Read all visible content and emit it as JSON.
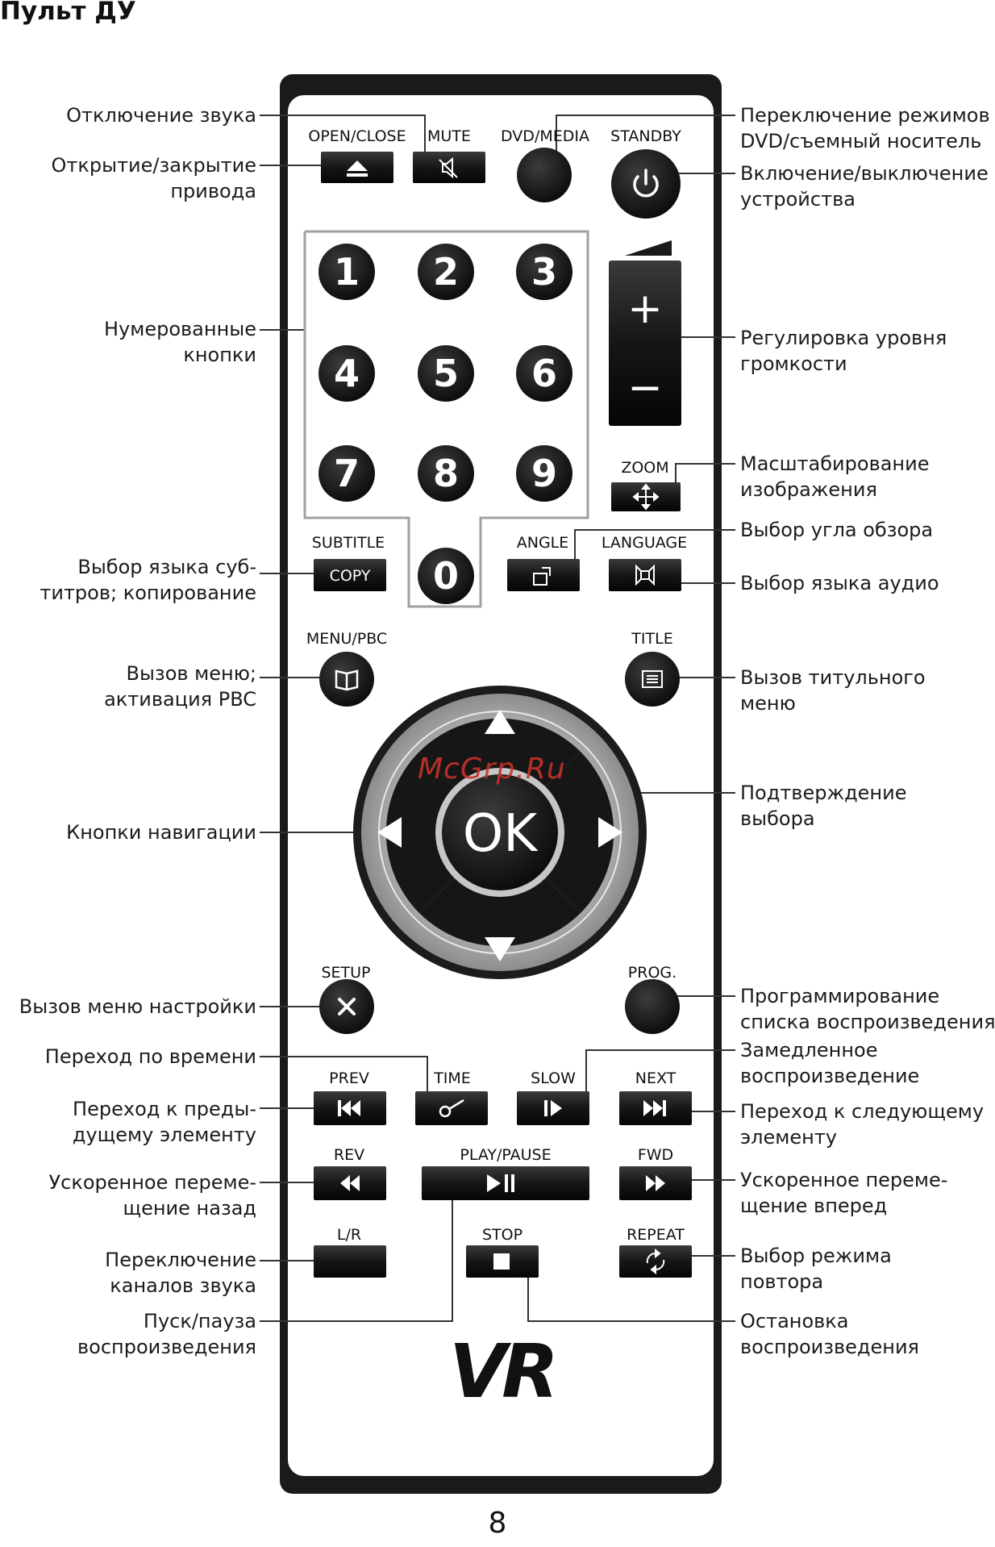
{
  "page": {
    "title": "Пульт ДУ",
    "page_number": "8",
    "watermark": "McGrp.Ru",
    "brand": "VR"
  },
  "remote": {
    "button_labels": {
      "open_close": "OPEN/CLOSE",
      "mute": "MUTE",
      "dvd_media": "DVD/MEDIA",
      "standby": "STANDBY",
      "zoom": "ZOOM",
      "subtitle": "SUBTITLE",
      "copy": "COPY",
      "angle": "ANGLE",
      "language": "LANGUAGE",
      "menu_pbc": "MENU/PBC",
      "title": "TITLE",
      "ok": "OK",
      "setup": "SETUP",
      "prog": "PROG.",
      "prev": "PREV",
      "time": "TIME",
      "slow": "SLOW",
      "next": "NEXT",
      "rev": "REV",
      "play_pause": "PLAY/PAUSE",
      "fwd": "FWD",
      "lr": "L/R",
      "stop": "STOP",
      "repeat": "REPEAT"
    },
    "digits": [
      "1",
      "2",
      "3",
      "4",
      "5",
      "6",
      "7",
      "8",
      "9",
      "0"
    ],
    "volume": {
      "plus": "+",
      "minus": "−"
    }
  },
  "callouts_left": [
    {
      "id": "mute",
      "lines": [
        "Отключение звука"
      ]
    },
    {
      "id": "open-close",
      "lines": [
        "Открытие/закрытие",
        "привода"
      ]
    },
    {
      "id": "numbered",
      "lines": [
        "Нумерованные",
        "кнопки"
      ]
    },
    {
      "id": "subtitle",
      "lines": [
        "Выбор языка суб-",
        "титров; копирование"
      ]
    },
    {
      "id": "menu",
      "lines": [
        "Вызов меню;",
        "активация PBC"
      ]
    },
    {
      "id": "navigation",
      "lines": [
        "Кнопки навигации"
      ]
    },
    {
      "id": "setup",
      "lines": [
        "Вызов меню настройки"
      ]
    },
    {
      "id": "time",
      "lines": [
        "Переход по времени"
      ]
    },
    {
      "id": "prev",
      "lines": [
        "Переход к преды-",
        "дущему элементу"
      ]
    },
    {
      "id": "rev",
      "lines": [
        "Ускоренное переме-",
        "щение назад"
      ]
    },
    {
      "id": "lr",
      "lines": [
        "Переключение",
        "каналов звука"
      ]
    },
    {
      "id": "play-pause",
      "lines": [
        "Пуск/пауза",
        "воспроизведения"
      ]
    }
  ],
  "callouts_right": [
    {
      "id": "dvd-media",
      "lines": [
        "Переключение режимов",
        "DVD/съемный носитель"
      ]
    },
    {
      "id": "standby",
      "lines": [
        "Включение/выключение",
        "устройства"
      ]
    },
    {
      "id": "volume",
      "lines": [
        "Регулировка уровня",
        "громкости"
      ]
    },
    {
      "id": "zoom",
      "lines": [
        "Масштабирование",
        "изображения"
      ]
    },
    {
      "id": "angle",
      "lines": [
        "Выбор угла обзора"
      ]
    },
    {
      "id": "language",
      "lines": [
        "Выбор языка аудио"
      ]
    },
    {
      "id": "title",
      "lines": [
        "Вызов титульного",
        "меню"
      ]
    },
    {
      "id": "ok",
      "lines": [
        "Подтверждение",
        "выбора"
      ]
    },
    {
      "id": "prog",
      "lines": [
        "Программирование",
        "списка воспроизведения"
      ]
    },
    {
      "id": "slow",
      "lines": [
        "Замедленное",
        "воспроизведение"
      ]
    },
    {
      "id": "next",
      "lines": [
        "Переход к следующему",
        "элементу"
      ]
    },
    {
      "id": "fwd",
      "lines": [
        "Ускоренное переме-",
        "щение вперед"
      ]
    },
    {
      "id": "repeat",
      "lines": [
        "Выбор режима",
        "повтора"
      ]
    },
    {
      "id": "stop",
      "lines": [
        "Остановка",
        "воспроизведения"
      ]
    }
  ]
}
